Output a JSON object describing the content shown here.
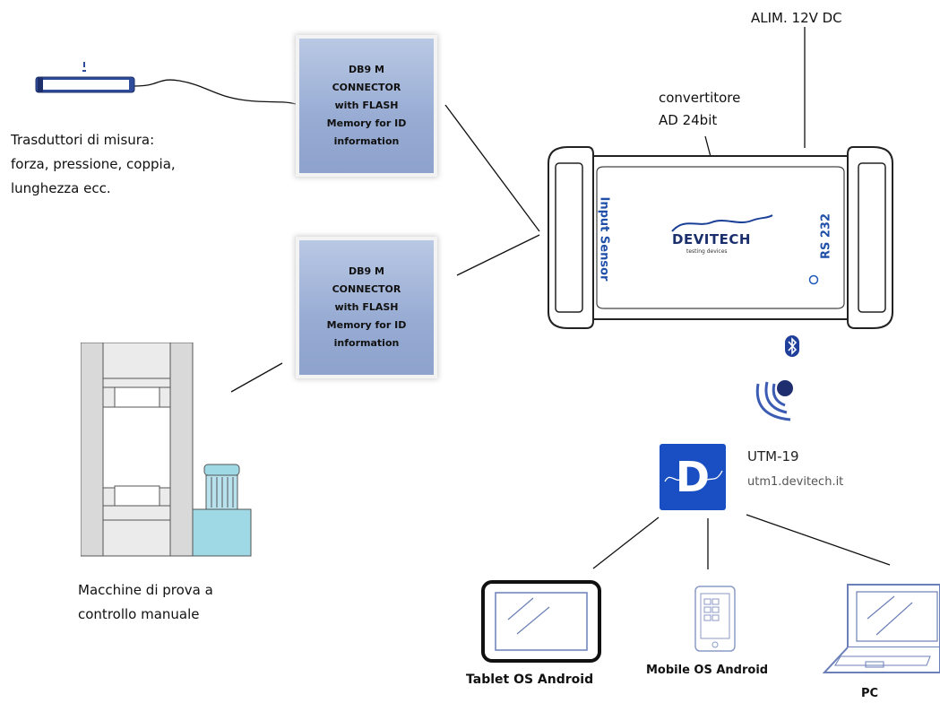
{
  "top_label": "ALIM. 12V DC",
  "transducer_label": "Trasduttori di misura:\nforza, pressione, coppia,\nlunghezza ecc.",
  "connector_1": "DB9 M\nCONNECTOR\nwith FLASH\nMemory for ID\ninformation",
  "connector_2": "DB9 M\nCONNECTOR\nwith FLASH\nMemory for ID\ninformation",
  "converter_label": "convertitore\nAD 24bit",
  "device": {
    "input_label": "Input Sensor",
    "rs_label": "RS 232",
    "brand": "DEVITECH",
    "brand_sub": "testing devices"
  },
  "machine_label": "Macchine di prova a\ncontrollo manuale",
  "app": {
    "name": "UTM-19",
    "url": "utm1.devitech.it",
    "logo_letter": "D"
  },
  "clients": {
    "tablet": "Tablet OS Android",
    "mobile": "Mobile OS Android",
    "pc": "PC"
  },
  "icons": {
    "bluetooth": "bluetooth-icon",
    "wireless": "wireless-signal-icon"
  },
  "colors": {
    "connector_fill": "#97abd3",
    "app_blue": "#1a4fc4",
    "machine_cyan": "#9fd9e6",
    "machine_grey": "#d9d9d9"
  }
}
